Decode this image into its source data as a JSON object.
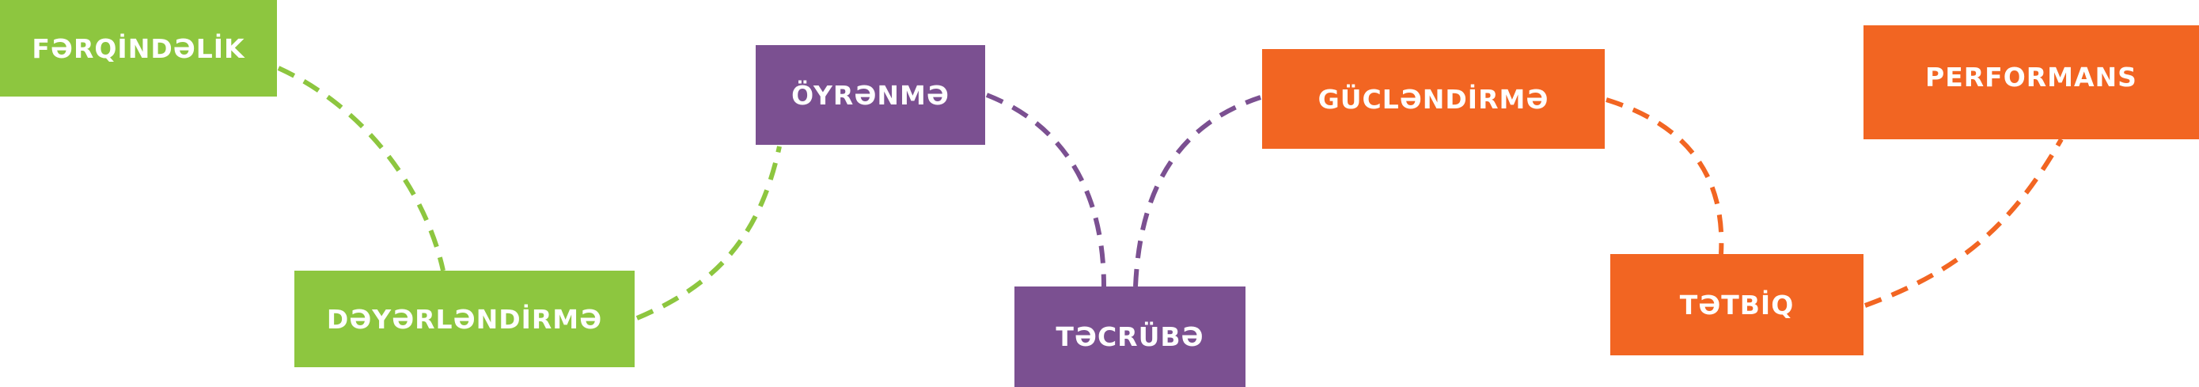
{
  "colors": {
    "green": "#8dc63f",
    "purple": "#7b5091",
    "orange": "#f26522",
    "text": "#ffffff"
  },
  "nodes": [
    {
      "id": "n1",
      "label": "FƏRQİNDƏLİK",
      "color": "green"
    },
    {
      "id": "n2",
      "label": "DƏYƏRLƏNDİRMƏ",
      "color": "green"
    },
    {
      "id": "n3",
      "label": "ÖYRƏNMƏ",
      "color": "purple"
    },
    {
      "id": "n4",
      "label": "TƏCRÜBƏ",
      "color": "purple"
    },
    {
      "id": "n5",
      "label": "GÜCLƏNDİRMƏ",
      "color": "orange"
    },
    {
      "id": "n6",
      "label": "TƏTBİQ",
      "color": "orange"
    },
    {
      "id": "n7",
      "label": "PERFORMANS",
      "color": "orange"
    }
  ],
  "links": [
    {
      "from": "n1",
      "to": "n2",
      "color": "green"
    },
    {
      "from": "n2",
      "to": "n3",
      "color": "green"
    },
    {
      "from": "n3",
      "to": "n4",
      "color": "purple"
    },
    {
      "from": "n4",
      "to": "n5",
      "color": "purple"
    },
    {
      "from": "n5",
      "to": "n6",
      "color": "orange"
    },
    {
      "from": "n6",
      "to": "n7",
      "color": "orange"
    }
  ]
}
